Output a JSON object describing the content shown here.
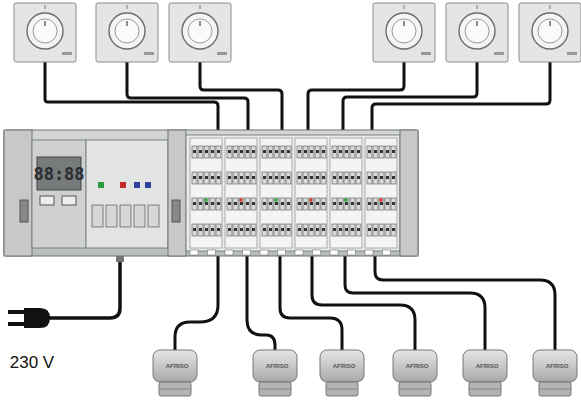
{
  "diagram": {
    "labels": [
      "88:88",
      "230 V",
      "AFRISO",
      "AFRISO",
      "AFRISO",
      "AFRISO",
      "AFRISO",
      "AFRISO"
    ]
  }
}
